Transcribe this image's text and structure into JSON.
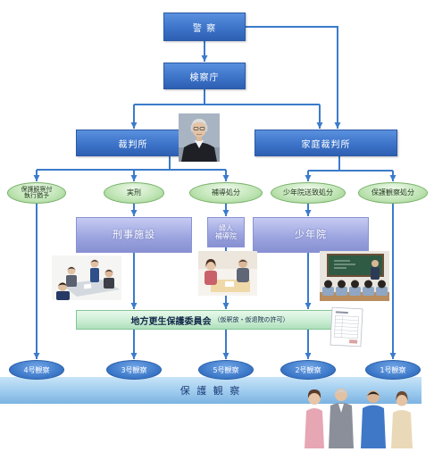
{
  "agencies": {
    "police": "警 察",
    "public_prosecutors_office": "検察庁",
    "court": "裁判所",
    "family_court": "家庭裁判所"
  },
  "dispositions": [
    {
      "lines": [
        "保護観察付",
        "執行猶予"
      ]
    },
    {
      "lines": [
        "実刑"
      ]
    },
    {
      "lines": [
        "補導処分"
      ]
    },
    {
      "lines": [
        "少年院送致処分"
      ]
    },
    {
      "lines": [
        "保護観察処分"
      ]
    }
  ],
  "facilities": {
    "penal_institution": "刑事施設",
    "womens_guidance_home": [
      "婦人",
      "補導院"
    ],
    "juvenile_training_school": "少年院"
  },
  "parole_board": {
    "name": "地方更生保護委員会",
    "note": "（仮釈放・仮退院の許可）"
  },
  "probation_categories": [
    "4号観察",
    "3号観察",
    "5号観察",
    "2号観察",
    "1号観察"
  ],
  "probation_bar": "保 護 観 察",
  "colors": {
    "agency_box": "#3d74c9",
    "disposition_oval": "#bfe4b4",
    "facility_box": "#9aa3de",
    "board_box": "#c9ecd2",
    "category_oval": "#3c78c8",
    "probation_bar": "#9dcbee",
    "arrow": "#3b7bcb"
  }
}
